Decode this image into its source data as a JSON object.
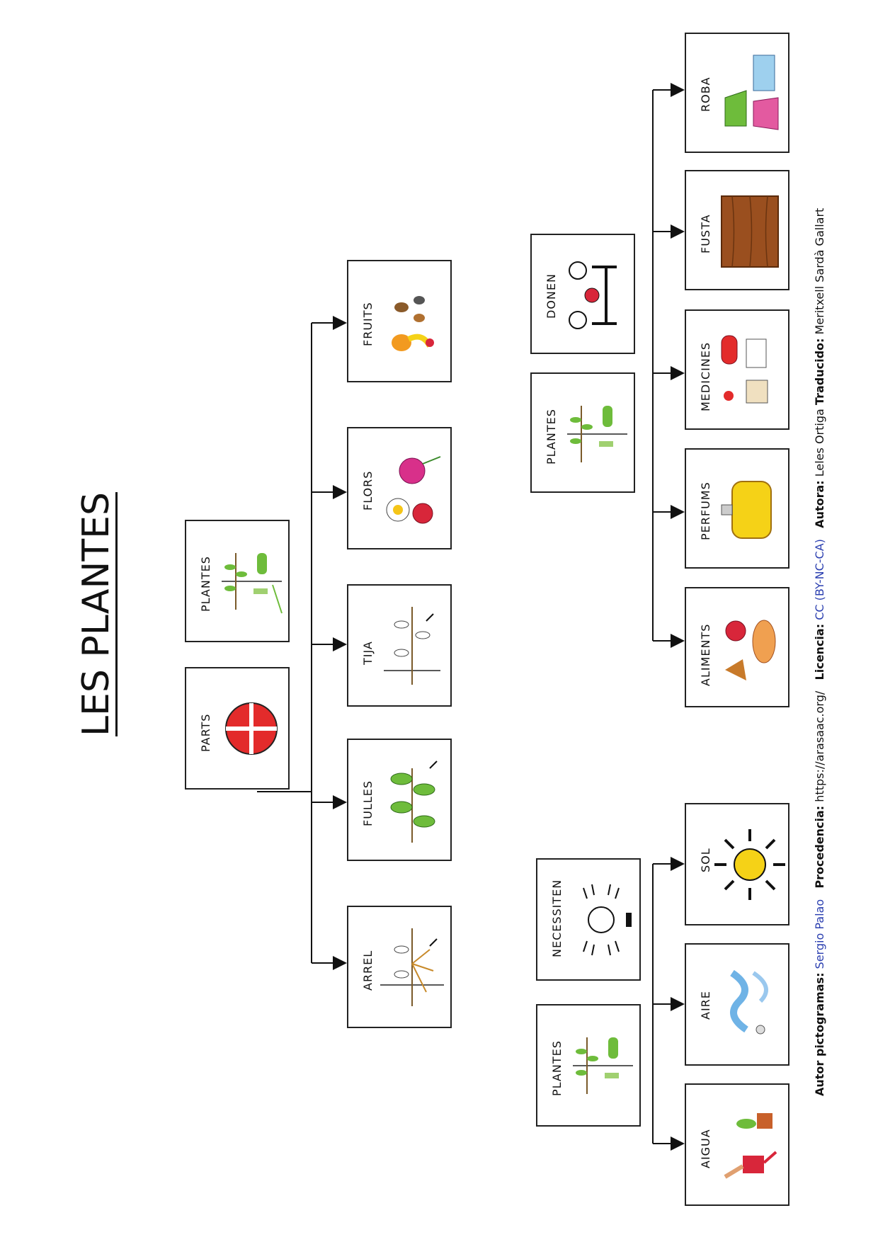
{
  "title": "LES PLANTES",
  "parts_section": {
    "heads": [
      "PARTS",
      "PLANTES"
    ],
    "items": [
      "ARREL",
      "FULLES",
      "TIJA",
      "FLORS",
      "FRUITS"
    ]
  },
  "needs_section": {
    "heads": [
      "PLANTES",
      "NECESSITEN"
    ],
    "items": [
      "AIGUA",
      "AIRE",
      "SOL"
    ]
  },
  "gives_section": {
    "heads": [
      "PLANTES",
      "DONEN"
    ],
    "items": [
      "ALIMENTS",
      "PERFUMS",
      "MEDICINES",
      "FUSTA",
      "ROBA"
    ]
  },
  "footer": {
    "author_label": "Autor pictogramas:",
    "author": "Sergio Palao",
    "source_label": "Procedencia:",
    "source": "https://arasaac.org/",
    "license_label": "Licencia:",
    "license": "CC (BY-NC-CA)",
    "author2_label": "Autora:",
    "author2": "Leles Ortiga",
    "translated_label": "Traducido:",
    "translated": "Meritxell Sardà Gallart"
  },
  "colors": {
    "parts_red": "#e32b2b",
    "leaf_green": "#6ebc3b",
    "sun_yellow": "#f5d217",
    "wood_brown": "#9a4f1f",
    "water_blue": "#6fb3e6",
    "link_blue": "#2b3fb0"
  }
}
